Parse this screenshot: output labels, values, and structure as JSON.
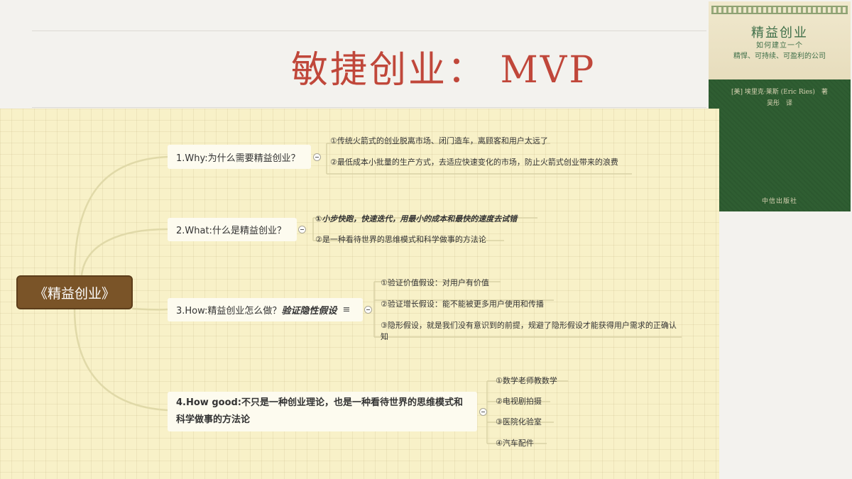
{
  "slide": {
    "title": "敏捷创业： MVP"
  },
  "book": {
    "title": "精益创业",
    "subtitle_line1": "如何建立一个",
    "subtitle_line2": "精悍、可持续、可盈利的公司",
    "author": "[美] 埃里克·莱斯 (Eric Ries)　著",
    "translator": "吴彤　译",
    "publisher": "中信出版社"
  },
  "mindmap": {
    "root": "《精益创业》",
    "branches": [
      {
        "label": "1.Why:为什么需要精益创业？",
        "items": [
          "①传统火箭式的创业脱离市场、闭门造车，离顾客和用户太远了",
          "②最低成本小批量的生产方式，去适应快速变化的市场，防止火箭式创业带来的浪费"
        ]
      },
      {
        "label": "2.What:什么是精益创业？",
        "items": [
          "①小步快跑，快速迭代，用最小的成本和最快的速度去试错",
          "②是一种看待世界的思维模式和科学做事的方法论"
        ]
      },
      {
        "label": "3.How:精益创业怎么做？",
        "highlight": "验证隐性假设",
        "note_icon": "≡",
        "items": [
          "①验证价值假设：对用户有价值",
          "②验证增长假设：能不能被更多用户使用和传播",
          "③隐形假设，就是我们没有意识到的前提，规避了隐形假设才能获得用户需求的正确认知"
        ]
      },
      {
        "label_line1": "4.How good:不只是一种创业理论，也是一种看待世界的思维模式和",
        "label_line2": "科学做事的方法论",
        "items": [
          "①数学老师教数学",
          "②电视剧拍摄",
          "③医院化验室",
          "④汽车配件"
        ]
      }
    ]
  },
  "colors": {
    "title": "#c0473a",
    "root_bg": "#7a5428",
    "map_bg": "#f8f1c8",
    "link": "#e0d9a8",
    "book_green": "#2f5e32"
  }
}
